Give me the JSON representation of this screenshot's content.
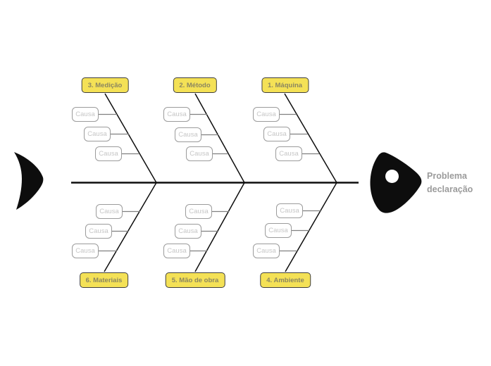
{
  "diagram": {
    "title_hint": "Fishbone (Ishikawa) cause-and-effect diagram",
    "cause_label": "Causa",
    "top_categories": [
      {
        "label": "3. Medição"
      },
      {
        "label": "2. Método"
      },
      {
        "label": "1. Máquina"
      }
    ],
    "bottom_categories": [
      {
        "label": "6. Materiais"
      },
      {
        "label": "5. Mão de obra"
      },
      {
        "label": "4. Ambiente"
      }
    ],
    "problem": {
      "line1": "Problema",
      "line2": "declaração"
    },
    "colors": {
      "category_fill": "#F4E156",
      "category_border": "#3F3F3F",
      "category_text": "#8B8660",
      "cause_border": "#9B9B9B",
      "cause_text": "#C6C6C6",
      "spine_and_branch": "#000000",
      "connector": "#808080",
      "problem_text": "#9B9B9B",
      "fish_body": "#000000",
      "background": "#FFFFFF"
    }
  }
}
